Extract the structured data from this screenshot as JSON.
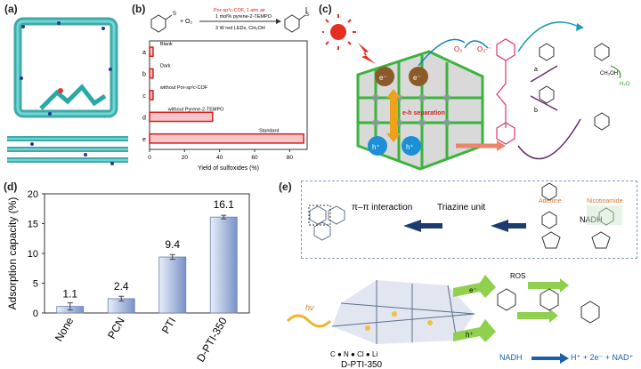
{
  "panels": {
    "a": {
      "label": "(a)"
    },
    "b": {
      "label": "(b)",
      "reaction": {
        "catalyst": "Por-sp²c-COF, 1 atm air",
        "additive": "1 mol% pyrene-2-TEMPO",
        "conditions": "3 W red LEDs, CH₃OH",
        "reagent": "+ O₂"
      },
      "xlabel": "Yield of sulfoxides (%)"
    },
    "c": {
      "label": "(c)",
      "labels": {
        "electron": "e⁻",
        "hole": "h⁺",
        "separation": "e-h separation",
        "o2": "O₂",
        "superoxide": "O₂·⁻",
        "methanol": "CH₃OH",
        "water": "H₂O",
        "cycle_a": "a",
        "cycle_b": "b"
      }
    },
    "d": {
      "label": "(d)"
    },
    "e": {
      "label": "(e)",
      "labels": {
        "pi": "π–π interaction",
        "triazine": "Triazine unit",
        "adenine": "Adenine",
        "nicotinamide": "Nicotinamide",
        "nadh_top": "NADH",
        "hv": "hν",
        "electron": "e⁻",
        "hole": "h⁺",
        "ros": "ROS",
        "legend": "C ● N ● Cl ● Li",
        "material": "D-PTI-350",
        "equation_lhs": "NADH",
        "equation_rhs": "H⁺ + 2e⁻ + NAD⁺"
      }
    }
  },
  "chart_data": [
    {
      "type": "bar",
      "orientation": "horizontal",
      "categories": [
        "a",
        "b",
        "c",
        "d",
        "e"
      ],
      "annotations": [
        "Blank",
        "Dark",
        "without Por-sp²c-COF",
        "without Pyrene-2-TEMPO",
        "Standard"
      ],
      "values": [
        2,
        2,
        2,
        36,
        88
      ],
      "xlabel": "Yield of sulfoxides (%)",
      "xlim": [
        0,
        90
      ],
      "xticks": [
        0,
        20,
        40,
        60,
        80
      ],
      "colors": {
        "fill": "#f6c6c6",
        "edge": "#d21f1f"
      }
    },
    {
      "type": "bar",
      "categories": [
        "None",
        "PCN",
        "PTI",
        "D-PTI-350"
      ],
      "values": [
        1.1,
        2.4,
        9.4,
        16.1
      ],
      "value_labels": [
        "1.1",
        "2.4",
        "9.4",
        "16.1"
      ],
      "errors": [
        0.6,
        0.4,
        0.4,
        0.3
      ],
      "ylabel": "Adsorption capacity (%)",
      "ylim": [
        0,
        20
      ],
      "yticks": [
        0,
        5,
        10,
        15,
        20
      ],
      "colors": {
        "light": "#e8eef8",
        "dark": "#7a92c8"
      }
    }
  ]
}
